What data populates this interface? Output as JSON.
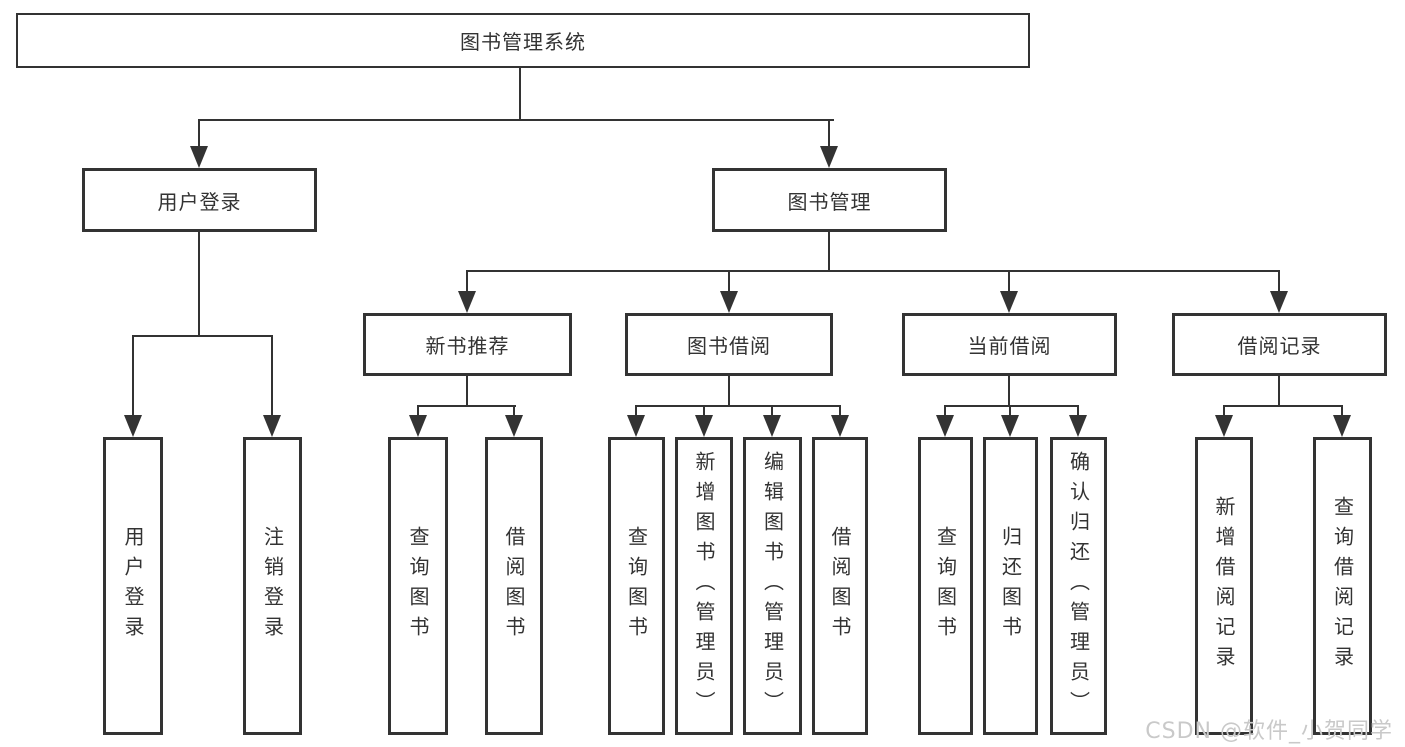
{
  "colors": {
    "line": "#333333",
    "box_border": "#333333",
    "text": "#333333",
    "watermark_text": "#c9c9c9",
    "background": "#ffffff"
  },
  "nodes": {
    "root": "图书管理系统",
    "user_login": "用户登录",
    "book_mgmt": "图书管理",
    "new_book_rec": "新书推荐",
    "book_borrow": "图书借阅",
    "current_borrow": "当前借阅",
    "borrow_record": "借阅记录",
    "user_login_leaf": "用户登录",
    "logout_leaf": "注销登录",
    "rec_query_leaf": "查询图书",
    "rec_borrow_leaf": "借阅图书",
    "bb_query_leaf": "查询图书",
    "bb_add_leaf": "新增图书（管理员）",
    "bb_edit_leaf": "编辑图书（管理员）",
    "bb_borrow_leaf": "借阅图书",
    "cb_query_leaf": "查询图书",
    "cb_return_leaf": "归还图书",
    "cb_confirm_leaf": "确认归还（管理员）",
    "br_add_leaf": "新增借阅记录",
    "br_query_leaf": "查询借阅记录"
  },
  "hierarchy": {
    "图书管理系统": {
      "用户登录": [
        "用户登录",
        "注销登录"
      ],
      "图书管理": {
        "新书推荐": [
          "查询图书",
          "借阅图书"
        ],
        "图书借阅": [
          "查询图书",
          "新增图书（管理员）",
          "编辑图书（管理员）",
          "借阅图书"
        ],
        "当前借阅": [
          "查询图书",
          "归还图书",
          "确认归还（管理员）"
        ],
        "借阅记录": [
          "新增借阅记录",
          "查询借阅记录"
        ]
      }
    }
  },
  "watermark": "CSDN @软件_小贺同学"
}
